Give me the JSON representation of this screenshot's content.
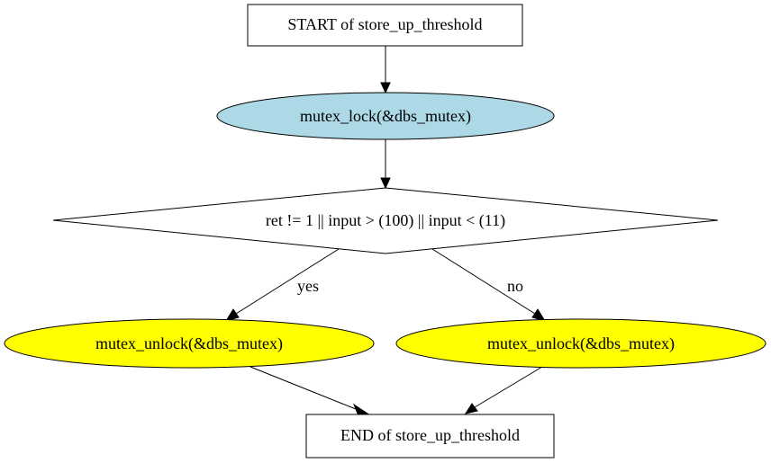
{
  "nodes": {
    "start": {
      "label": "START of store_up_threshold"
    },
    "lock": {
      "label": "mutex_lock(&dbs_mutex)",
      "fill": "#add8e6"
    },
    "decision": {
      "label": "ret != 1 || input > (100) || input < (11)"
    },
    "unlock_yes": {
      "label": "mutex_unlock(&dbs_mutex)",
      "fill": "#ffff00"
    },
    "unlock_no": {
      "label": "mutex_unlock(&dbs_mutex)",
      "fill": "#ffff00"
    },
    "end": {
      "label": "END of store_up_threshold"
    }
  },
  "edges": {
    "yes_label": "yes",
    "no_label": "no"
  }
}
